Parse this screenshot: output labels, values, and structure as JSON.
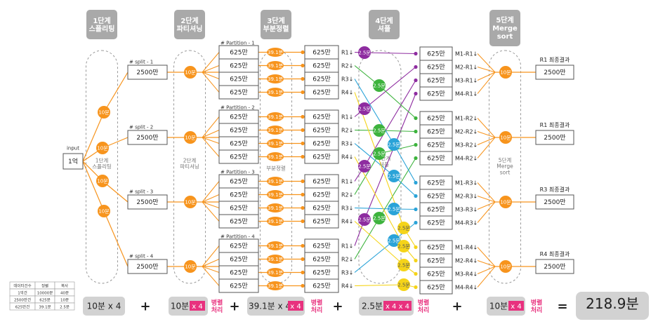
{
  "stages": [
    {
      "title": "1단계\n스플리팅",
      "caption": "1단계\n스플리팅"
    },
    {
      "title": "2단계\n파티셔닝",
      "caption": "2단계\n파티셔닝"
    },
    {
      "title": "3단계\n부분정렬",
      "caption": "부분정렬"
    },
    {
      "title": "4단계\n셔플",
      "caption": "4단계\n셔플"
    },
    {
      "title": "5단계\nMerge\nsort",
      "caption": "5단계\nMerge\nsort"
    }
  ],
  "input": {
    "label": "input",
    "value": "1억"
  },
  "splits": [
    {
      "label": "# split - 1",
      "value": "2500만"
    },
    {
      "label": "# split - 2",
      "value": "2500만"
    },
    {
      "label": "# split - 3",
      "value": "2500만"
    },
    {
      "label": "# split - 4",
      "value": "2500만"
    }
  ],
  "partitions": [
    "# Partition - 1",
    "# Partition - 2",
    "# Partition - 3",
    "# Partition - 4"
  ],
  "partition_value": "625만",
  "sorted_value": "625만",
  "r_labels": [
    "R1↓",
    "R2↓",
    "R3↓",
    "R4↓"
  ],
  "merge_groups": [
    [
      "M1-R1↓",
      "M2-R1↓",
      "M3-R1↓",
      "M4-R1↓"
    ],
    [
      "M1-R2↓",
      "M2-R2↓",
      "M3-R2↓",
      "M4-R2↓"
    ],
    [
      "M1-R3↓",
      "M2-R3↓",
      "M3-R3↓",
      "M4-R3↓"
    ],
    [
      "M1-R4↓",
      "M2-R4↓",
      "M3-R4↓",
      "M4-R4↓"
    ]
  ],
  "merge_value": "625만",
  "results": [
    {
      "label": "R1 최종결과",
      "value": "2500만"
    },
    {
      "label": "R1 최종결과",
      "value": "2500만"
    },
    {
      "label": "R3 최종결과",
      "value": "2500만"
    },
    {
      "label": "R4 최종결과",
      "value": "2500만"
    }
  ],
  "badges": {
    "split": "10분",
    "partition": "10분",
    "sort": "39.1분",
    "shuffle": "2.5분",
    "merge": "10분"
  },
  "shuffle_colors": [
    "#8e2ca0",
    "#3db33d",
    "#2aa3d8",
    "#f5d419"
  ],
  "accent_orange": "#f7941d",
  "formula": {
    "term1": "10분 x 4",
    "term2": "10분",
    "term2_mult": "x 4",
    "term3": "39.1분 x 4",
    "term3_mult": "x 4",
    "term4": "2.5분",
    "term4_mult": "x 4 x 4",
    "term5": "10분",
    "term5_mult": "x 4",
    "parallel": "병렬\n처리",
    "plus": "+",
    "equals": "=",
    "total": "218.9분"
  },
  "legend": {
    "headers": [
      "데이터건수",
      "정렬",
      "복사"
    ],
    "rows": [
      [
        "1억건",
        "10000분",
        "40분"
      ],
      [
        "2500만건",
        "625분",
        "10분"
      ],
      [
        "625만건",
        "39.1분",
        "2.5분"
      ]
    ]
  }
}
